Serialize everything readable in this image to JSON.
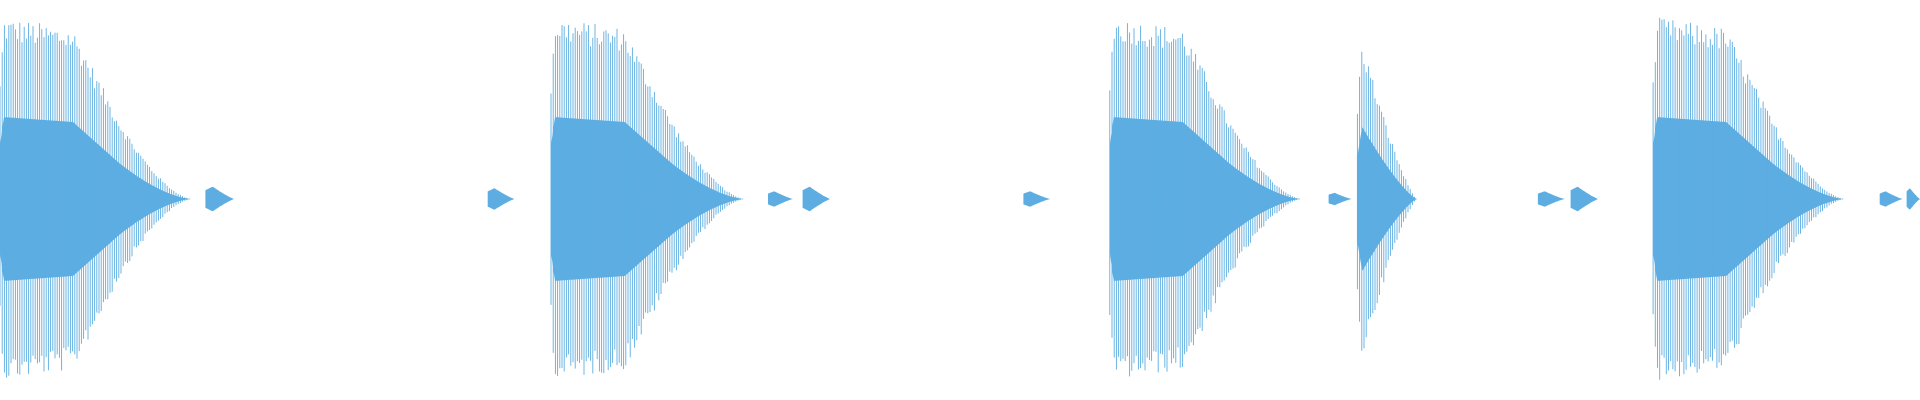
{
  "waveform": {
    "color": "#5dade2",
    "background": "#ffffff",
    "events": [
      {
        "kind": "hit",
        "start": 0.0,
        "duration": 0.1,
        "peak": 1.0
      },
      {
        "kind": "blip",
        "start": 0.107,
        "duration": 0.015,
        "peak": 0.08
      },
      {
        "kind": "blip",
        "start": 0.254,
        "duration": 0.014,
        "peak": 0.07
      },
      {
        "kind": "hit",
        "start": 0.287,
        "duration": 0.101,
        "peak": 1.0
      },
      {
        "kind": "blip",
        "start": 0.4,
        "duration": 0.013,
        "peak": 0.05
      },
      {
        "kind": "blip",
        "start": 0.418,
        "duration": 0.0145,
        "peak": 0.08
      },
      {
        "kind": "blip",
        "start": 0.533,
        "duration": 0.014,
        "peak": 0.05
      },
      {
        "kind": "hit",
        "start": 0.578,
        "duration": 0.1,
        "peak": 1.0
      },
      {
        "kind": "blip",
        "start": 0.692,
        "duration": 0.012,
        "peak": 0.04
      },
      {
        "kind": "mid",
        "start": 0.707,
        "duration": 0.031,
        "peak": 0.88
      },
      {
        "kind": "blip",
        "start": 0.801,
        "duration": 0.014,
        "peak": 0.05
      },
      {
        "kind": "blip",
        "start": 0.818,
        "duration": 0.0145,
        "peak": 0.08
      },
      {
        "kind": "hit",
        "start": 0.861,
        "duration": 0.1,
        "peak": 1.0
      },
      {
        "kind": "blip",
        "start": 0.979,
        "duration": 0.012,
        "peak": 0.05
      },
      {
        "kind": "blip",
        "start": 0.993,
        "duration": 0.007,
        "peak": 0.07
      }
    ]
  }
}
